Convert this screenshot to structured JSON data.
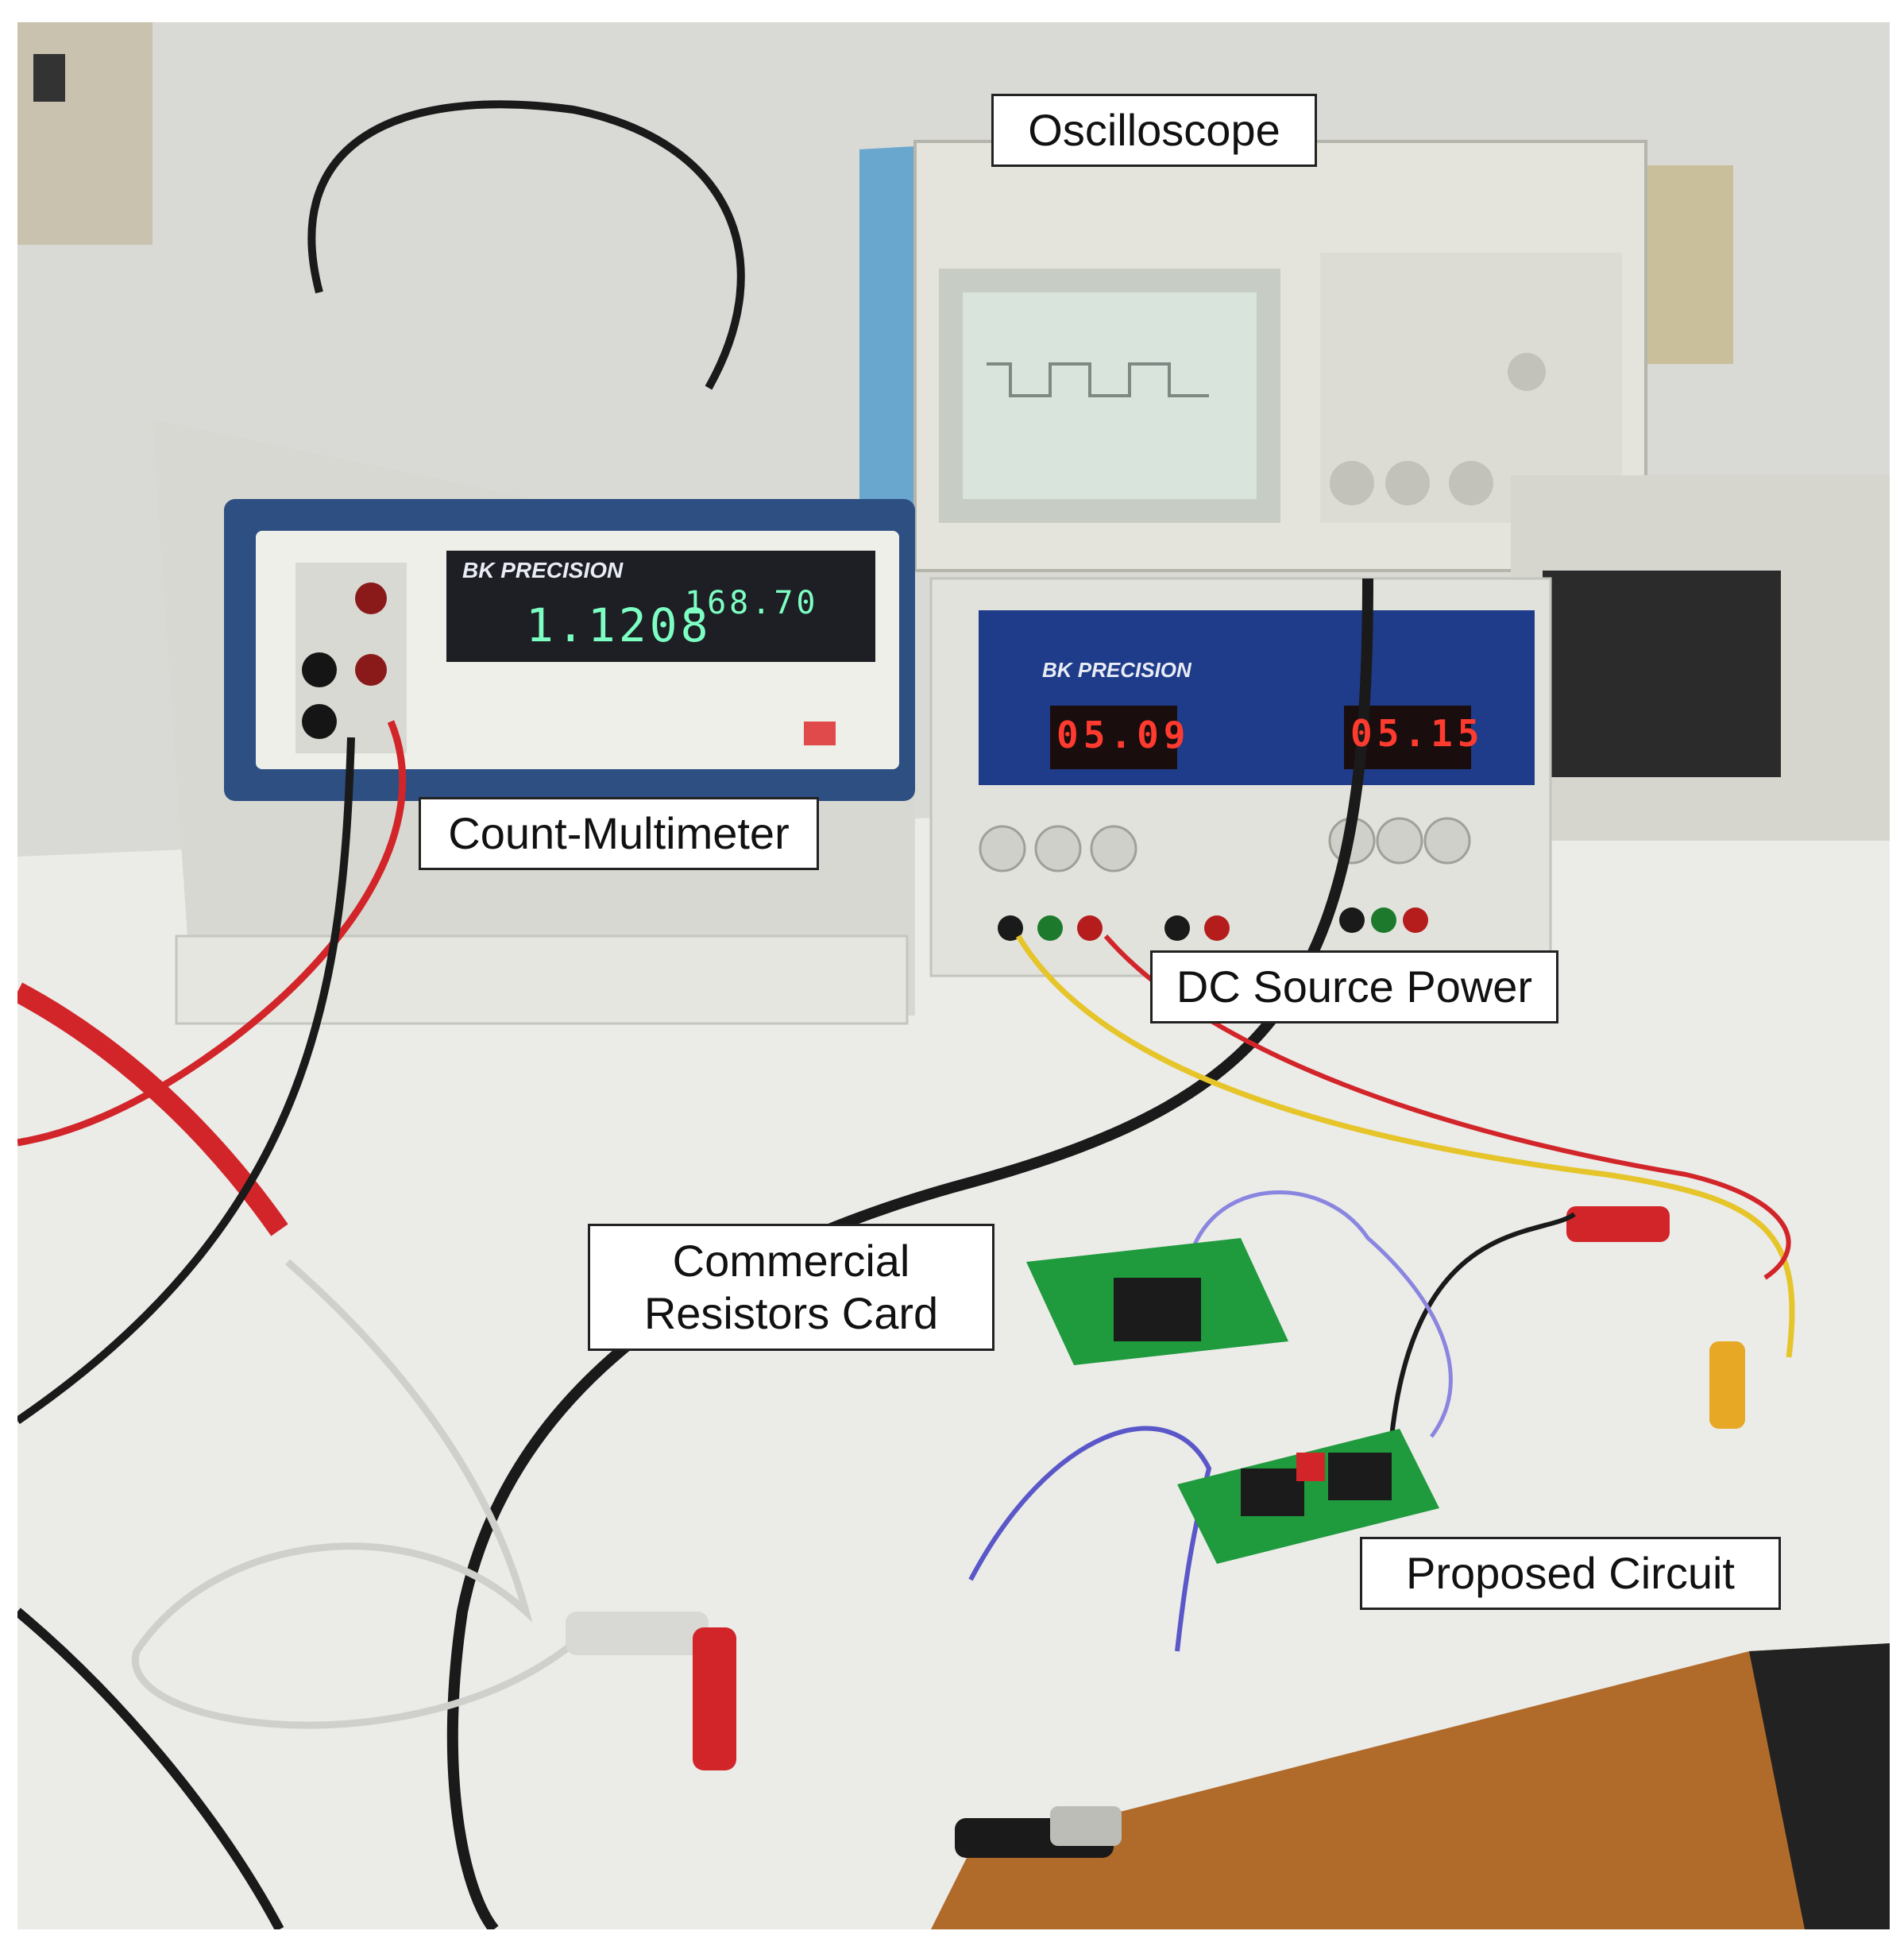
{
  "labels": {
    "oscilloscope": "Oscilloscope",
    "multimeter": "Count-Multimeter",
    "dc_source": "DC Source Power",
    "resistors_card_line1": "Commercial",
    "resistors_card_line2": "Resistors Card",
    "proposed_circuit": "Proposed Circuit"
  },
  "instrument_text": {
    "multimeter_brand": "BK PRECISION",
    "multimeter_primary": "1.1208",
    "multimeter_secondary": "168.70",
    "power_supply_brand": "BK PRECISION",
    "power_supply_left": "05.09",
    "power_supply_right": "05.15"
  },
  "colors": {
    "bench": "#ececea",
    "wall": "#dcdcd8",
    "instrument_blue": "#2d4f82",
    "scope_blue": "#6aa7cf",
    "pcb_green": "#1f9a3c",
    "wire_red": "#d2252a",
    "wire_yellow": "#e6c52a",
    "wire_black": "#1a1a1a",
    "led_red": "#ff3b2f",
    "lcd_green": "#7dffc3"
  }
}
